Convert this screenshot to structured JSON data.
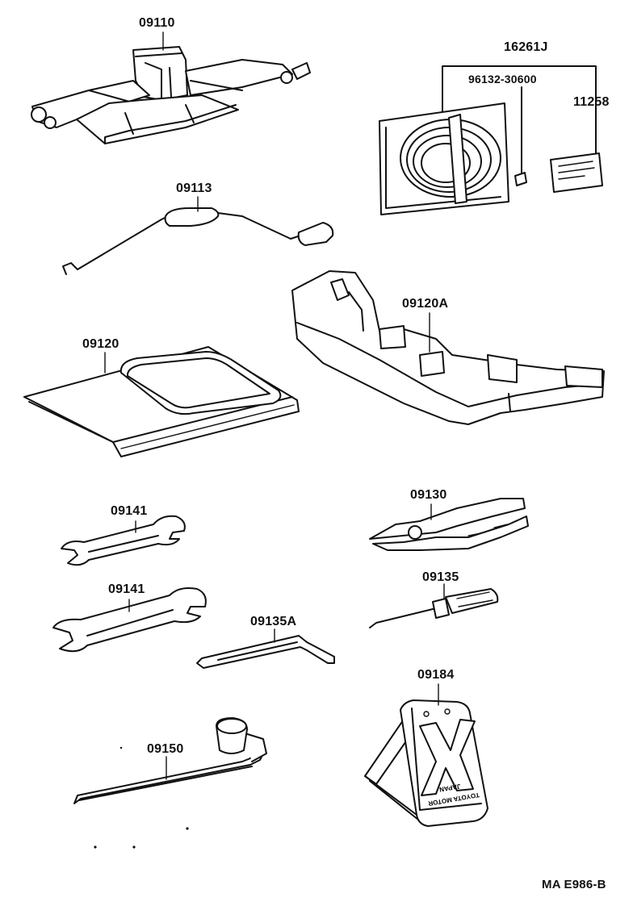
{
  "parts": {
    "jack": "09110",
    "jack_handle": "09113",
    "tool_bag": "09120",
    "tool_tray": "09120A",
    "cord_assembly": "16261J",
    "clip": "96132-30600",
    "label": "11258",
    "wrench_small": "09141",
    "wrench_large": "09141",
    "pliers": "09130",
    "screwdriver": "09135",
    "screwdriver_bent": "09135A",
    "wheel_wrench": "09150",
    "triangle": "09184"
  },
  "triangle_text": {
    "line1": "TOYOTA MOTOR",
    "line2": "JAPAN"
  },
  "figure_code": "MA E986-B"
}
